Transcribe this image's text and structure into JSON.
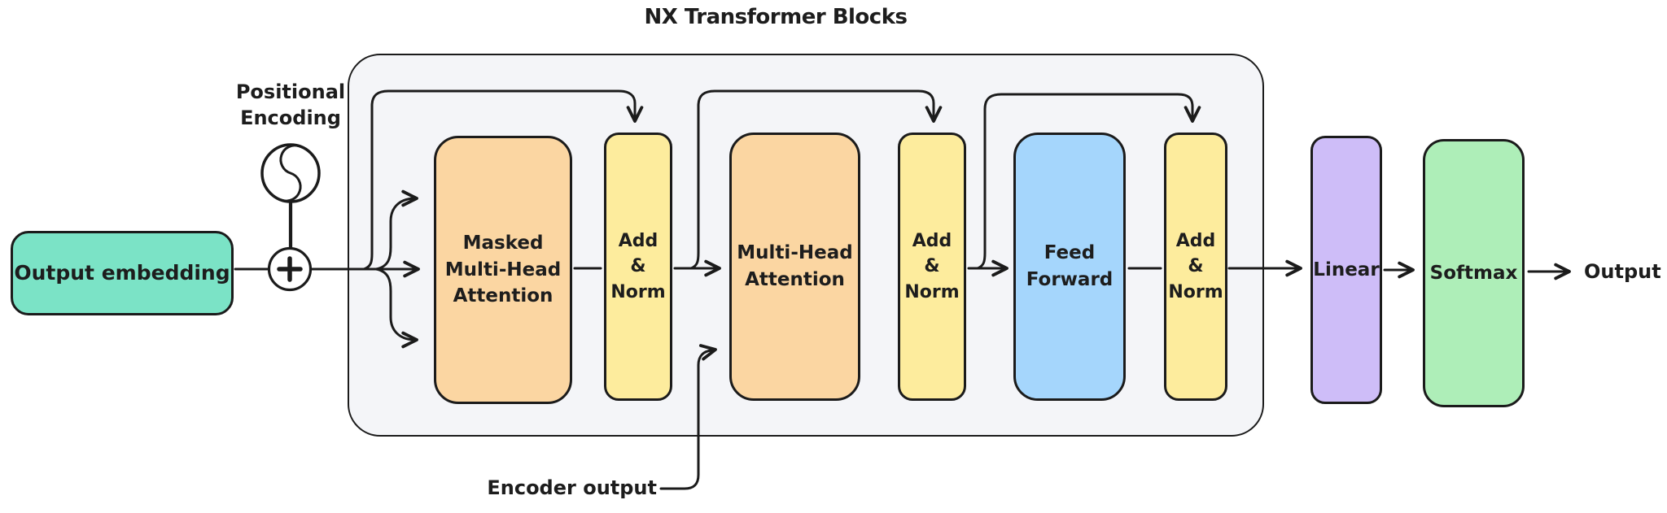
{
  "diagram": {
    "title": "NX Transformer Blocks",
    "input_block": {
      "label": "Output embedding",
      "color": "#7BE3C6"
    },
    "positional_encoding_label": "Positional\nEncoding",
    "encoder_output_label": "Encoder output",
    "final_output_label": "Output",
    "icons": {
      "positional_encoding_icon": "sine-wave-circle",
      "plus_icon": "+"
    },
    "colors": {
      "stroke": "#1b1b1b",
      "container_fill": "#f4f5f8",
      "attention_orange": "#FBD6A2",
      "add_norm_yellow": "#FDEC9D",
      "feed_forward_blue": "#A5D6FC",
      "linear_purple": "#CEBDF8",
      "softmax_green": "#AEEEB8",
      "embedding_teal": "#7BE3C6"
    },
    "blocks": [
      {
        "id": "masked-multi-head-attention",
        "label": "Masked\nMulti-Head\nAttention",
        "color": "#FBD6A2"
      },
      {
        "id": "add-norm-1",
        "label": "Add\n&\nNorm",
        "color": "#FDEC9D"
      },
      {
        "id": "multi-head-attention",
        "label": "Multi-Head\nAttention",
        "color": "#FBD6A2"
      },
      {
        "id": "add-norm-2",
        "label": "Add\n&\nNorm",
        "color": "#FDEC9D"
      },
      {
        "id": "feed-forward",
        "label": "Feed\nForward",
        "color": "#A5D6FC"
      },
      {
        "id": "add-norm-3",
        "label": "Add\n&\nNorm",
        "color": "#FDEC9D"
      },
      {
        "id": "linear",
        "label": "Linear",
        "color": "#CEBDF8"
      },
      {
        "id": "softmax",
        "label": "Softmax",
        "color": "#AEEEB8"
      }
    ]
  }
}
